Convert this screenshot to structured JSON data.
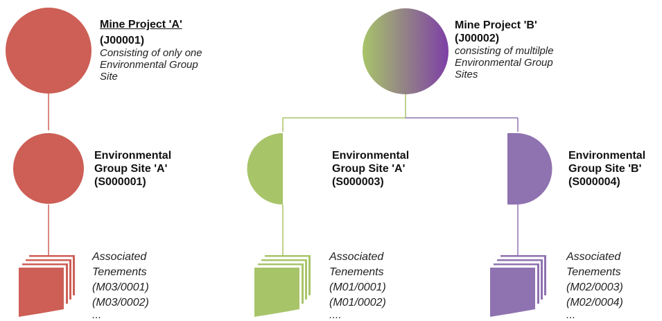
{
  "colors": {
    "red": "#cd5f56",
    "green": "#a8c469",
    "purple": "#8f72b0",
    "line_left": "#cd5f56"
  },
  "project_a": {
    "title": "Mine Project 'A'",
    "code": "(J00001)",
    "desc": [
      "Consisting of only one",
      "Environmental Group",
      "Site"
    ]
  },
  "project_b": {
    "title": "Mine Project 'B'",
    "code": "(J00002)",
    "desc": [
      "consisting of multilple",
      "Environmental Group",
      "Sites"
    ]
  },
  "sites": [
    {
      "lines": [
        "Environmental",
        "Group Site 'A'",
        "(S000001)"
      ]
    },
    {
      "lines": [
        "Environmental",
        "Group Site 'A'",
        "(S000003)"
      ]
    },
    {
      "lines": [
        "Environmental",
        "Group Site 'B'",
        "(S000004)"
      ]
    }
  ],
  "tenements": [
    {
      "lines": [
        "Associated",
        "Tenements",
        "(M03/0001)",
        "(M03/0002)",
        "..."
      ]
    },
    {
      "lines": [
        "Associated",
        "Tenements",
        "(M01/0001)",
        "(M01/0002)",
        "...."
      ]
    },
    {
      "lines": [
        "Associated",
        "Tenements",
        "(M02/0003)",
        "(M02/0004)",
        "..."
      ]
    }
  ]
}
